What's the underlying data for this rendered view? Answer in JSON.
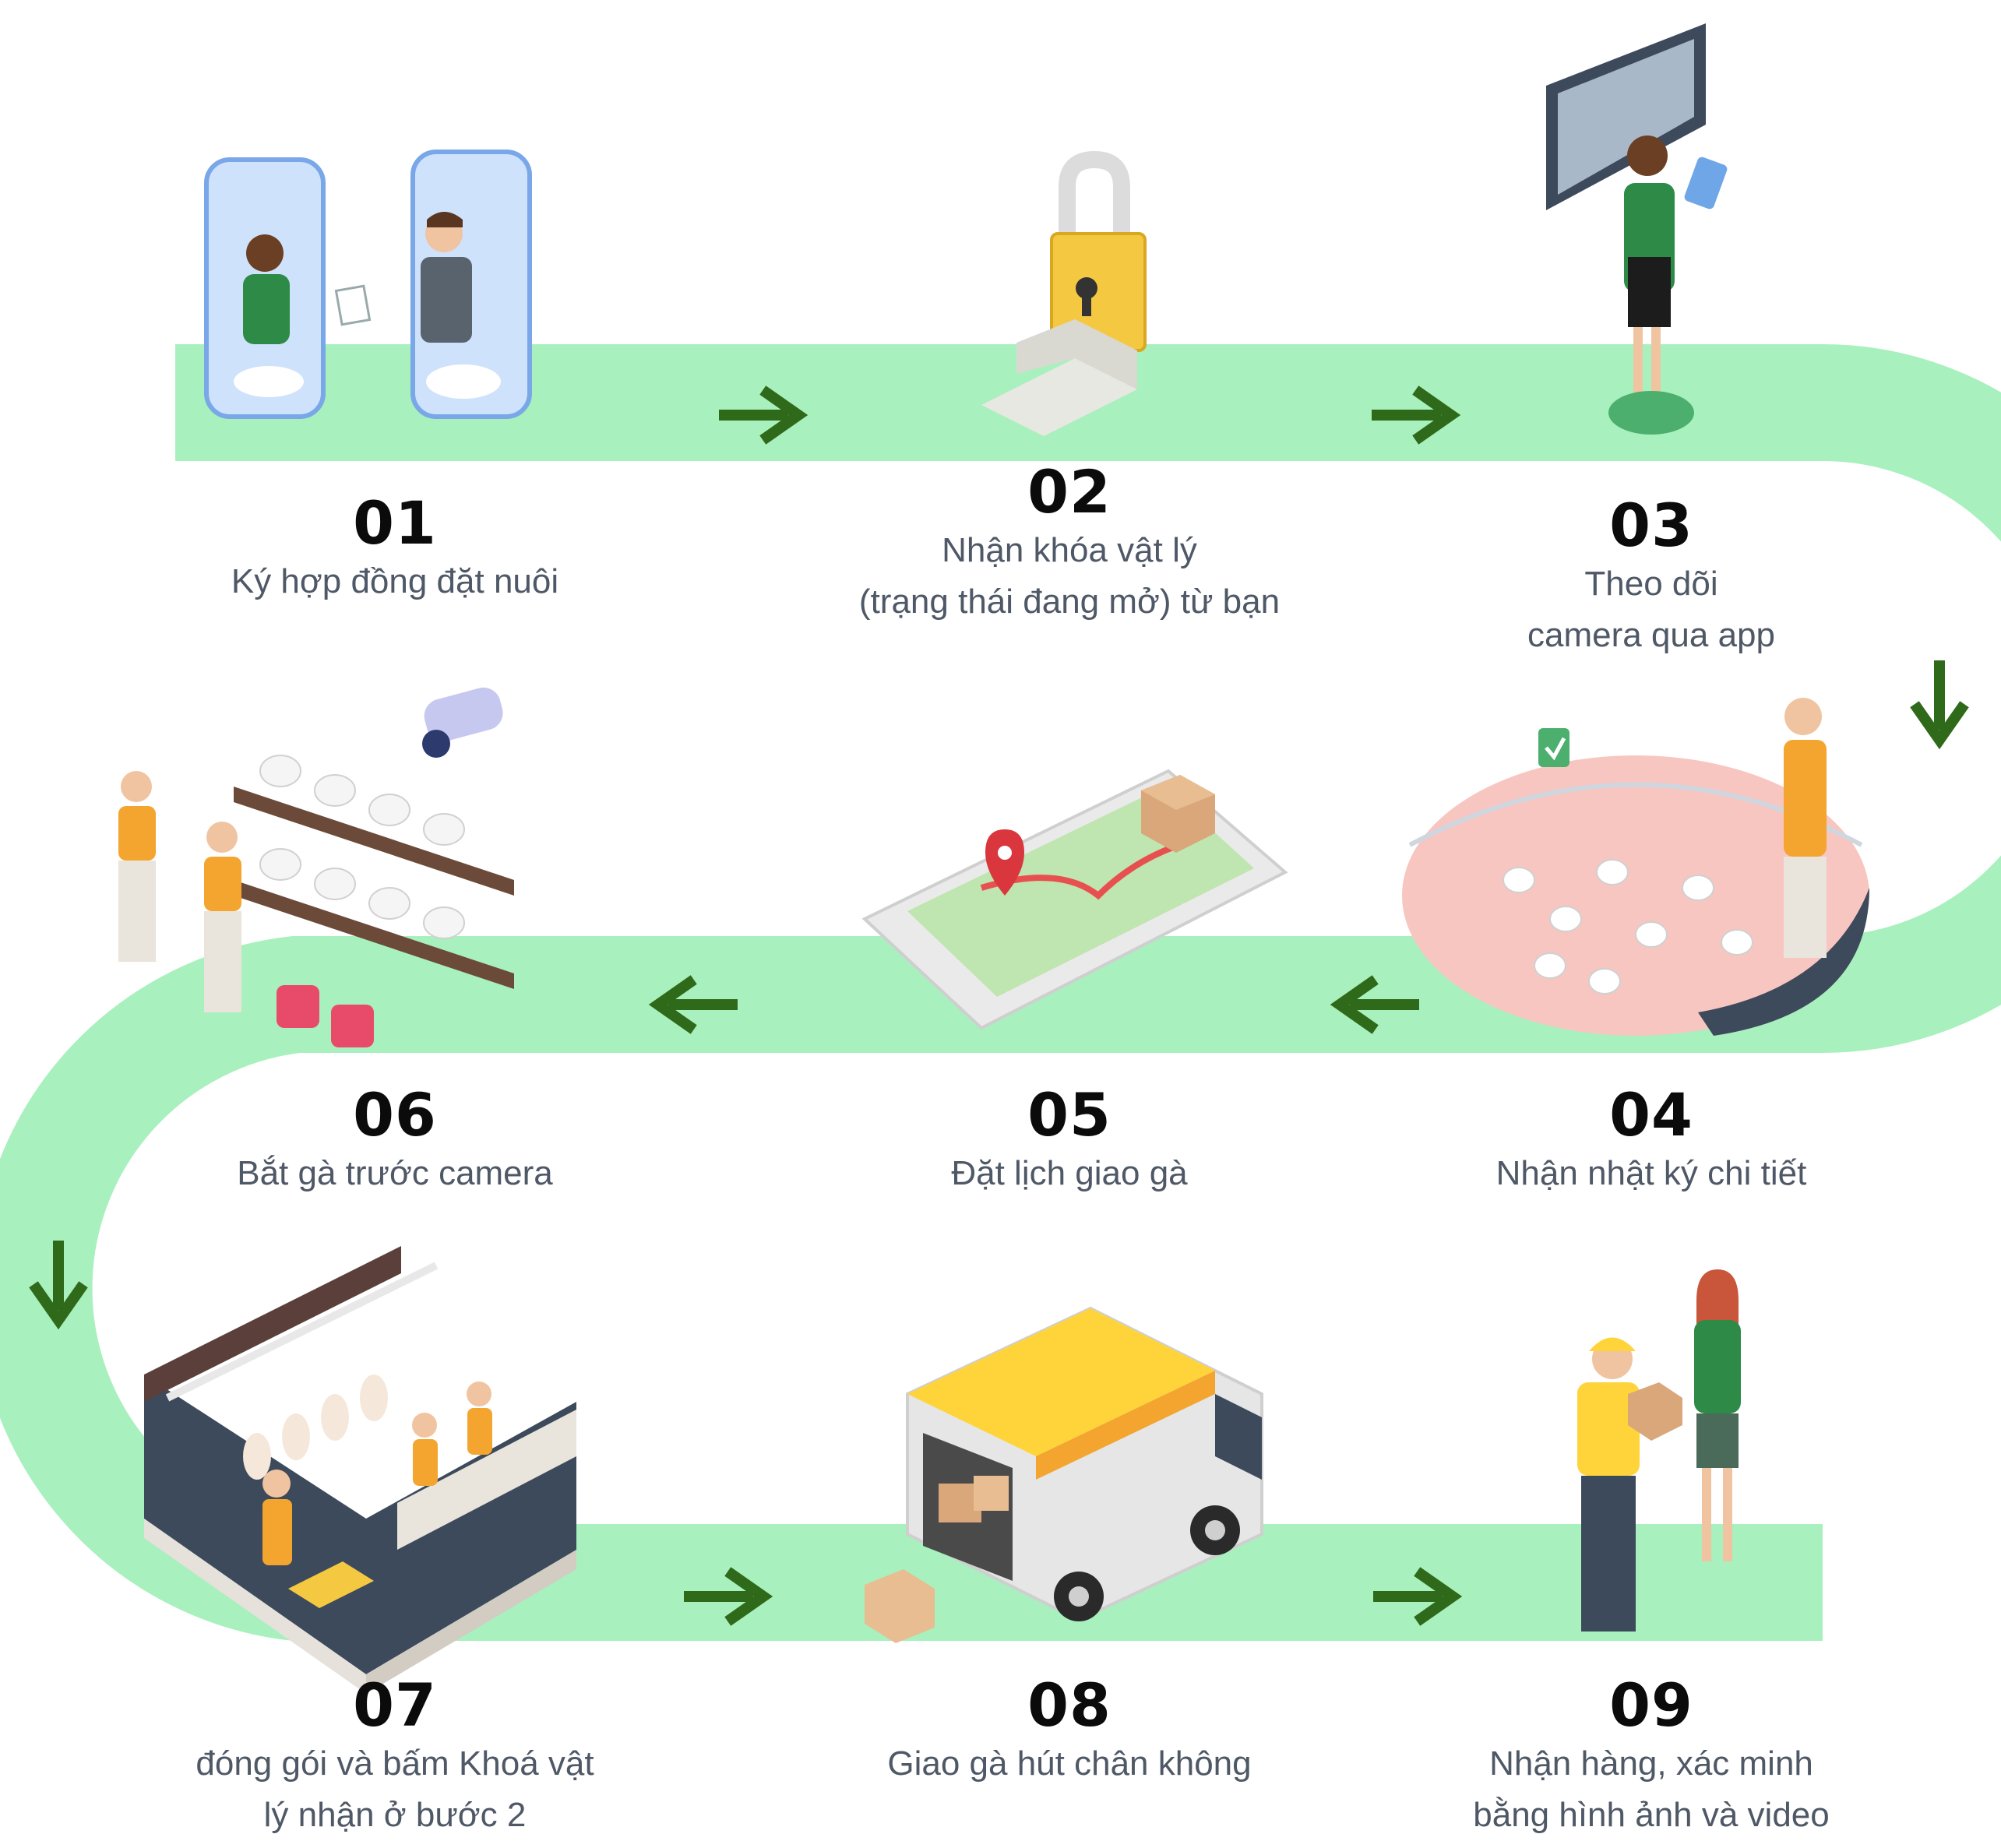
{
  "colors": {
    "track": "#a8f0bd",
    "arrow": "#2f6a1a",
    "heading": "#0b0b0b",
    "caption": "#4f5866",
    "accent_green": "#2e8b47",
    "accent_yellow": "#f5c842",
    "accent_orange": "#f3a52f"
  },
  "steps": [
    {
      "number": "01",
      "lines": [
        "Ký hợp đồng đặt nuôi"
      ],
      "icon": "contract-handshake-icon"
    },
    {
      "number": "02",
      "lines": [
        "Nhận khóa vật lý",
        "(trạng thái đang mở) từ bạn"
      ],
      "icon": "padlock-icon"
    },
    {
      "number": "03",
      "lines": [
        "Theo dõi",
        "camera qua app"
      ],
      "icon": "camera-monitor-icon"
    },
    {
      "number": "04",
      "lines": [
        "Nhận nhật ký chi tiết"
      ],
      "icon": "chicken-farm-log-icon"
    },
    {
      "number": "05",
      "lines": [
        "Đặt lịch giao gà"
      ],
      "icon": "delivery-map-icon"
    },
    {
      "number": "06",
      "lines": [
        "Bắt gà trước camera"
      ],
      "icon": "catch-chicken-camera-icon"
    },
    {
      "number": "07",
      "lines": [
        "đóng gói và bấm Khoá vật",
        "lý nhận ở bước 2"
      ],
      "icon": "packing-line-icon"
    },
    {
      "number": "08",
      "lines": [
        "Giao gà hút chân không"
      ],
      "icon": "delivery-truck-icon"
    },
    {
      "number": "09",
      "lines": [
        "Nhận hàng, xác minh",
        "bằng hình ảnh và video"
      ],
      "icon": "receive-package-icon"
    }
  ]
}
